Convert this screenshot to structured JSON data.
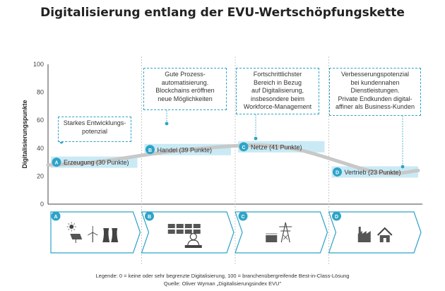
{
  "title": "Digitalisierung entlang der EVU-Wertschöpfungskette",
  "chart_data": {
    "type": "line",
    "title": "Digitalisierung entlang der EVU-Wertschöpfungskette",
    "ylabel": "Digitalisierungspunkte",
    "ylim": [
      0,
      100
    ],
    "yticks": [
      "0",
      "20",
      "40",
      "60",
      "80",
      "100"
    ],
    "grid": false,
    "curve_color": "#c8c8c8",
    "accent_color": "#2ea3c7",
    "band_color": "#c9eaf5",
    "stages": [
      {
        "letter": "A",
        "label": "Erzeugung (30 Punkte)",
        "value": 30,
        "callout": "Starkes Entwicklungs-\npotenzial",
        "icons": [
          "sun-icon",
          "solar-panel-icon",
          "wind-turbine-icon",
          "cooling-tower-icon"
        ]
      },
      {
        "letter": "B",
        "label": "Handel (39 Punkte)",
        "value": 39,
        "callout": "Gute Prozess-\nautomatisierung.\nBlockchains eröffnen\nneue Möglichkeiten",
        "icons": [
          "trading-desk-icon",
          "trader-icon"
        ]
      },
      {
        "letter": "C",
        "label": "Netze (41 Punkte)",
        "value": 41,
        "callout": "Fortschrittlichster\nBereich in Bezug\nauf Digitalisierung,\ninsbesondere beim\nWorkforce-Management",
        "icons": [
          "transmission-tower-icon",
          "substation-icon"
        ]
      },
      {
        "letter": "D",
        "label": "Vertrieb (23 Punkte)",
        "value": 23,
        "callout": "Verbesserungspotenzial\nbei kundennahen\nDienstleistungen.\nPrivate Endkunden digital-\naffiner als Business-Kunden",
        "icons": [
          "factory-icon",
          "house-icon"
        ]
      }
    ]
  },
  "footer": {
    "legend": "Legende: 0 = keine oder sehr begrenzte Digitalisierung, 100 = branchenübergreifende Best-in-Class-Lösung",
    "source": "Quelle: Oliver Wyman „Digitalisierungsindex EVU\""
  }
}
